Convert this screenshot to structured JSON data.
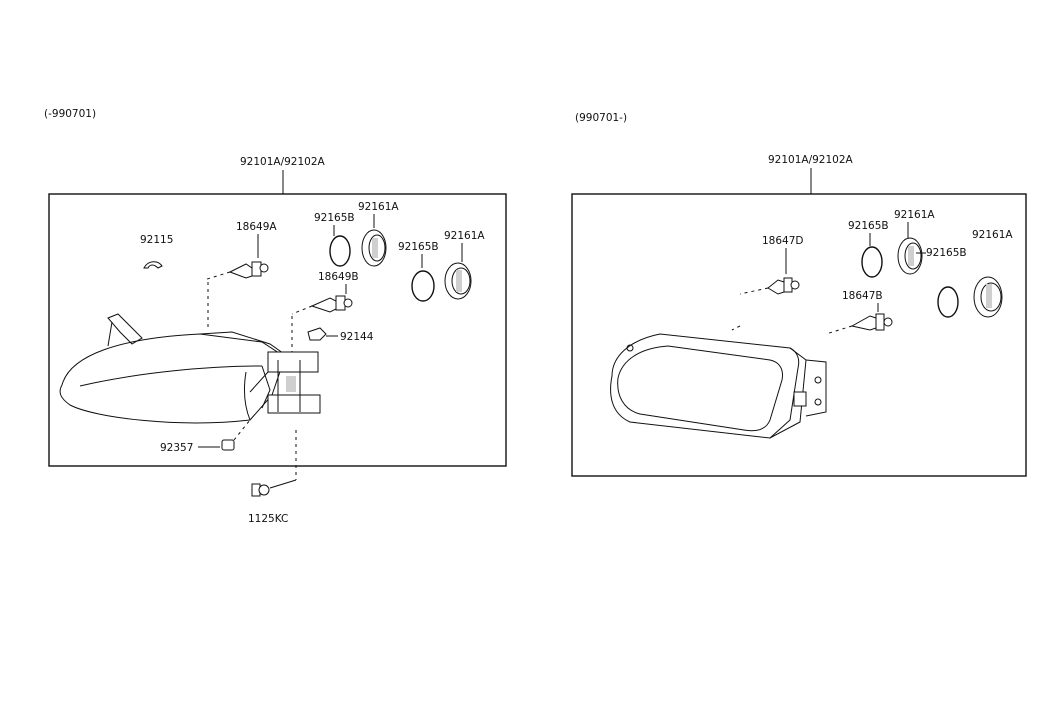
{
  "left_panel": {
    "version": "(-990701)",
    "assembly": "92101A/92102A",
    "labels": {
      "p92115": "92115",
      "p18649A": "18649A",
      "p92165B": "92165B",
      "p92161A_1": "92161A",
      "p18649B": "18649B",
      "p92165B_2": "92165B",
      "p92161A_2": "92161A",
      "p92144": "92144",
      "p92357": "92357",
      "p1125KC": "1125KC"
    }
  },
  "right_panel": {
    "version": "(990701-)",
    "assembly": "92101A/92102A",
    "labels": {
      "p18647D": "18647D",
      "p92165B": "92165B",
      "p92161A_1": "92161A",
      "p92165B_2": "92165B",
      "p92161A_2": "92161A",
      "p18647B": "18647B"
    }
  }
}
